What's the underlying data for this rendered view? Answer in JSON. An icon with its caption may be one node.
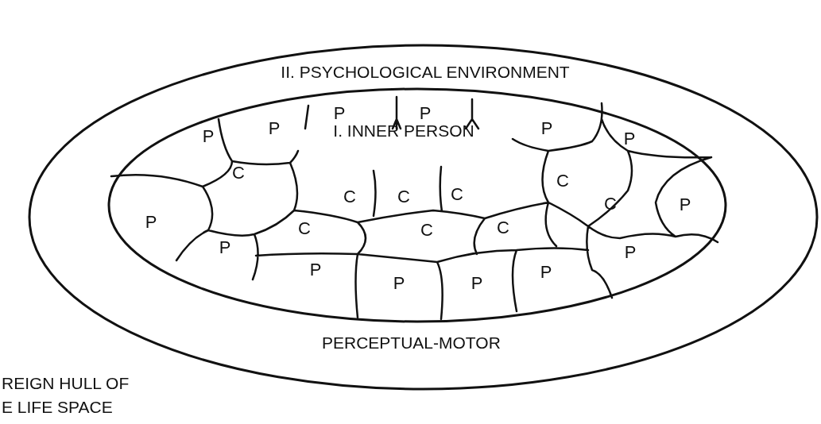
{
  "diagram": {
    "nodes": [
      {
        "text": [
          "II. PSYCHOLOGICAL ENVIRONMENT"
        ]
      },
      {
        "text": [
          "I. INNER PERSON"
        ],
        "in": 0
      },
      {
        "text": [
          "P"
        ],
        "in": 1
      },
      {
        "text": [
          "P"
        ],
        "in": 1
      },
      {
        "text": [
          "P"
        ],
        "in": 1
      },
      {
        "text": [
          "P"
        ],
        "in": 1
      },
      {
        "text": [
          "P"
        ],
        "in": 1
      },
      {
        "text": [
          "P"
        ],
        "in": 1
      },
      {
        "text": [
          "C"
        ],
        "in": 1
      },
      {
        "text": [
          "C"
        ],
        "in": 1
      },
      {
        "text": [
          "C"
        ],
        "in": 1
      },
      {
        "text": [
          "C"
        ],
        "in": 1
      },
      {
        "text": [
          "C"
        ],
        "in": 1
      },
      {
        "text": [
          "C"
        ],
        "in": 1
      },
      {
        "text": [
          "P"
        ],
        "in": 1
      },
      {
        "text": [
          "P"
        ],
        "in": 1
      },
      {
        "text": [
          "C"
        ],
        "in": 1
      },
      {
        "text": [
          "C"
        ],
        "in": 1
      },
      {
        "text": [
          "C"
        ],
        "in": 1
      },
      {
        "text": [
          "P"
        ],
        "in": 1
      },
      {
        "text": [
          "P"
        ],
        "in": 1
      },
      {
        "text": [
          "P"
        ],
        "in": 1
      },
      {
        "text": [
          "P"
        ],
        "in": 1
      },
      {
        "text": [
          "P"
        ],
        "in": 1
      },
      {
        "text": [
          "P"
        ],
        "in": 1
      }
    ],
    "edges": [],
    "labels": [
      "PERCEPTUAL-MOTOR",
      "REIGN HULL OF E LIFE SPACE"
    ]
  }
}
